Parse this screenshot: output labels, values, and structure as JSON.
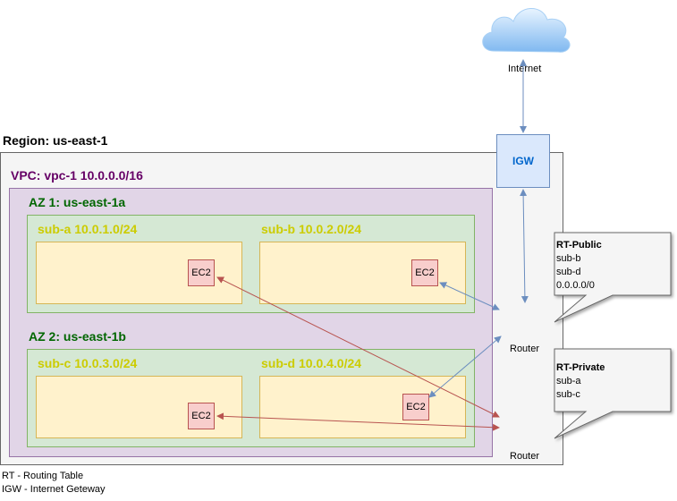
{
  "internet": {
    "label": "Internet",
    "icon": "cloud-icon"
  },
  "igw": {
    "label": "IGW"
  },
  "region": {
    "label": "Region: us-east-1"
  },
  "vpc": {
    "label": "VPC: vpc-1 10.0.0.0/16"
  },
  "azs": [
    {
      "label": "AZ 1: us-east-1a"
    },
    {
      "label": "AZ 2: us-east-1b"
    }
  ],
  "subnets": [
    {
      "label": "sub-a 10.0.1.0/24"
    },
    {
      "label": "sub-b 10.0.2.0/24"
    },
    {
      "label": "sub-c 10.0.3.0/24"
    },
    {
      "label": "sub-d 10.0.4.0/24"
    }
  ],
  "instances": [
    {
      "label": "EC2"
    },
    {
      "label": "EC2"
    },
    {
      "label": "EC2"
    },
    {
      "label": "EC2"
    }
  ],
  "routers": [
    {
      "label": "Router",
      "icon": "router-icon"
    },
    {
      "label": "Router",
      "icon": "router-icon"
    }
  ],
  "route_tables": [
    {
      "title": "RT-Public",
      "entries": [
        "sub-b",
        "sub-d",
        "0.0.0.0/0"
      ]
    },
    {
      "title": "RT-Private",
      "entries": [
        "sub-a",
        "sub-c"
      ]
    }
  ],
  "legend": [
    "RT - Routing Table",
    "IGW - Internet Geteway"
  ],
  "colors": {
    "blue_edge": "#6c8ebf",
    "red_edge": "#b85450",
    "region_fill": "#f5f5f5",
    "vpc_fill": "#e1d5e7",
    "subnet_fill": "#d5e8d4",
    "inner_fill": "#fff2cc",
    "ec2_fill": "#f8cecc"
  }
}
